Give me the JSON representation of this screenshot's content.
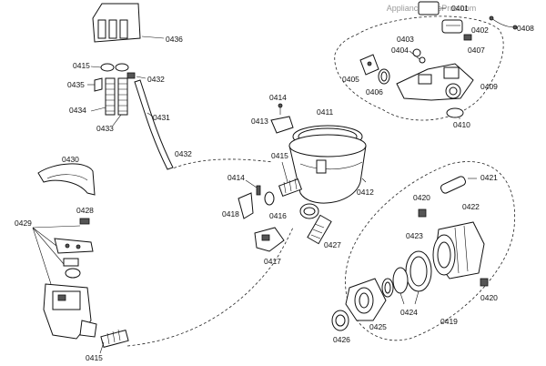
{
  "watermark": "AppliancePartsPros.com",
  "labels": {
    "l0401": "0401",
    "l0402": "0402",
    "l0403": "0403",
    "l0404": "0404",
    "l0405": "0405",
    "l0406": "0406",
    "l0407": "0407",
    "l0408": "0408",
    "l0409": "0409",
    "l0410": "0410",
    "l0411": "0411",
    "l0412": "0412",
    "l0413": "0413",
    "l0414a": "0414",
    "l0414b": "0414",
    "l0415a": "0415",
    "l0415b": "0415",
    "l0415c": "0415",
    "l0416": "0416",
    "l0417": "0417",
    "l0418": "0418",
    "l0419": "0419",
    "l0420a": "0420",
    "l0420b": "0420",
    "l0421": "0421",
    "l0422": "0422",
    "l0423": "0423",
    "l0424": "0424",
    "l0425": "0425",
    "l0426": "0426",
    "l0427": "0427",
    "l0428": "0428",
    "l0429": "0429",
    "l0430": "0430",
    "l0431": "0431",
    "l0432a": "0432",
    "l0432b": "0432",
    "l0433": "0433",
    "l0434": "0434",
    "l0435": "0435",
    "l0436": "0436"
  }
}
